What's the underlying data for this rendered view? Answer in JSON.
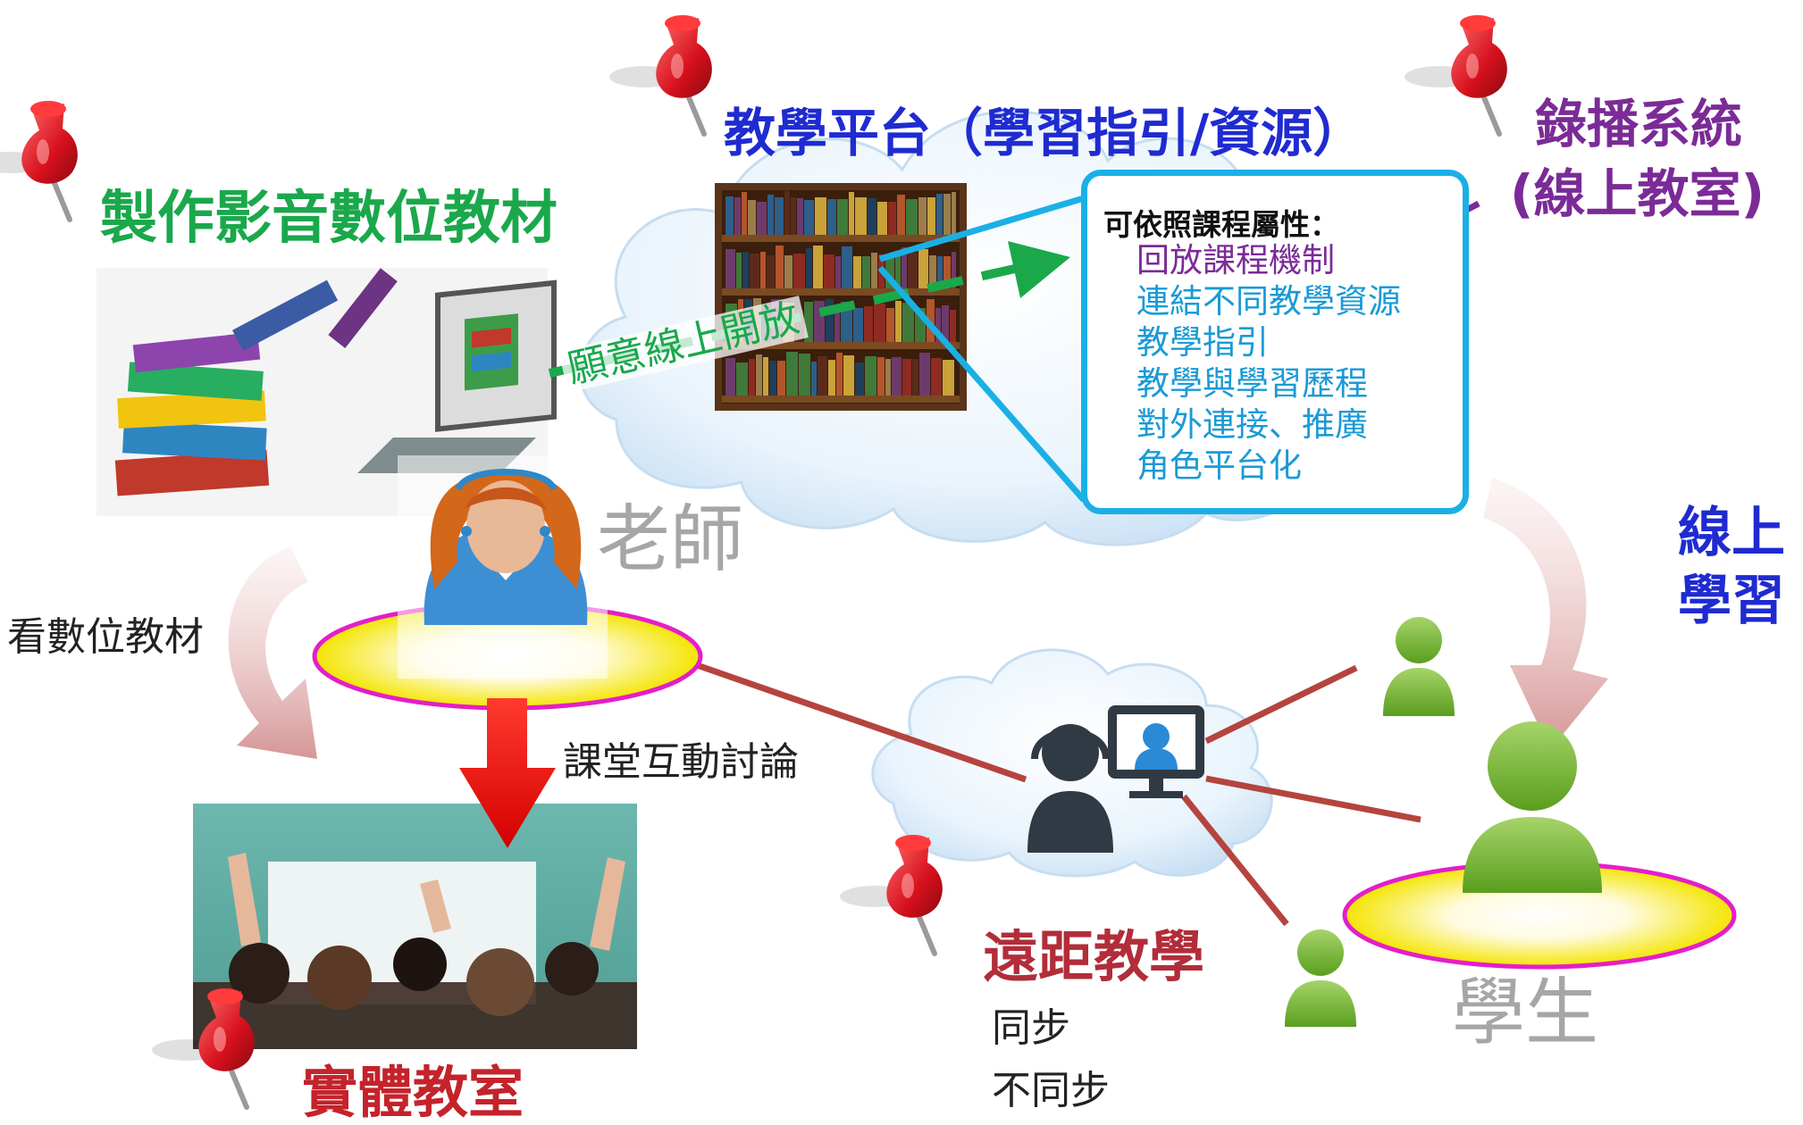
{
  "labels": {
    "make_materials": "製作影音數位教材",
    "platform": "教學平台（學習指引/資源）",
    "recording_line1": "錄播系統",
    "recording_line2": "(線上教室)",
    "teacher": "老師",
    "student": "學生",
    "online_learning_line1": "線上",
    "online_learning_line2": "學習",
    "watch_materials": "看數位教材",
    "classroom_discussion": "課堂互動討論",
    "physical_classroom": "實體教室",
    "distance_teaching": "遠距教學",
    "sync": "同步",
    "async": "不同步",
    "open_online": "願意線上開放"
  },
  "feature_box": {
    "heading": "可依照課程屬性：",
    "items": [
      "回放課程機制",
      "連結不同教學資源",
      "教學指引",
      "教學與學習歷程",
      "對外連接、推廣",
      "角色平台化"
    ]
  },
  "colors": {
    "green": "#1aa84b",
    "blue": "#1f2bd1",
    "purple": "#7b2b97",
    "red_title": "#c4232b",
    "brown_title": "#b22d3a",
    "box_border": "#1ab0e6",
    "connector": "#b5443f",
    "pin": "#e0232e"
  },
  "icons": [
    "pushpin-icon",
    "bookshelf-icon",
    "laptop-books-icon",
    "teacher-avatar-icon",
    "student-avatar-icon",
    "headset-operator-icon",
    "down-arrow-icon",
    "curved-arrow-icon",
    "cloud-icon"
  ]
}
